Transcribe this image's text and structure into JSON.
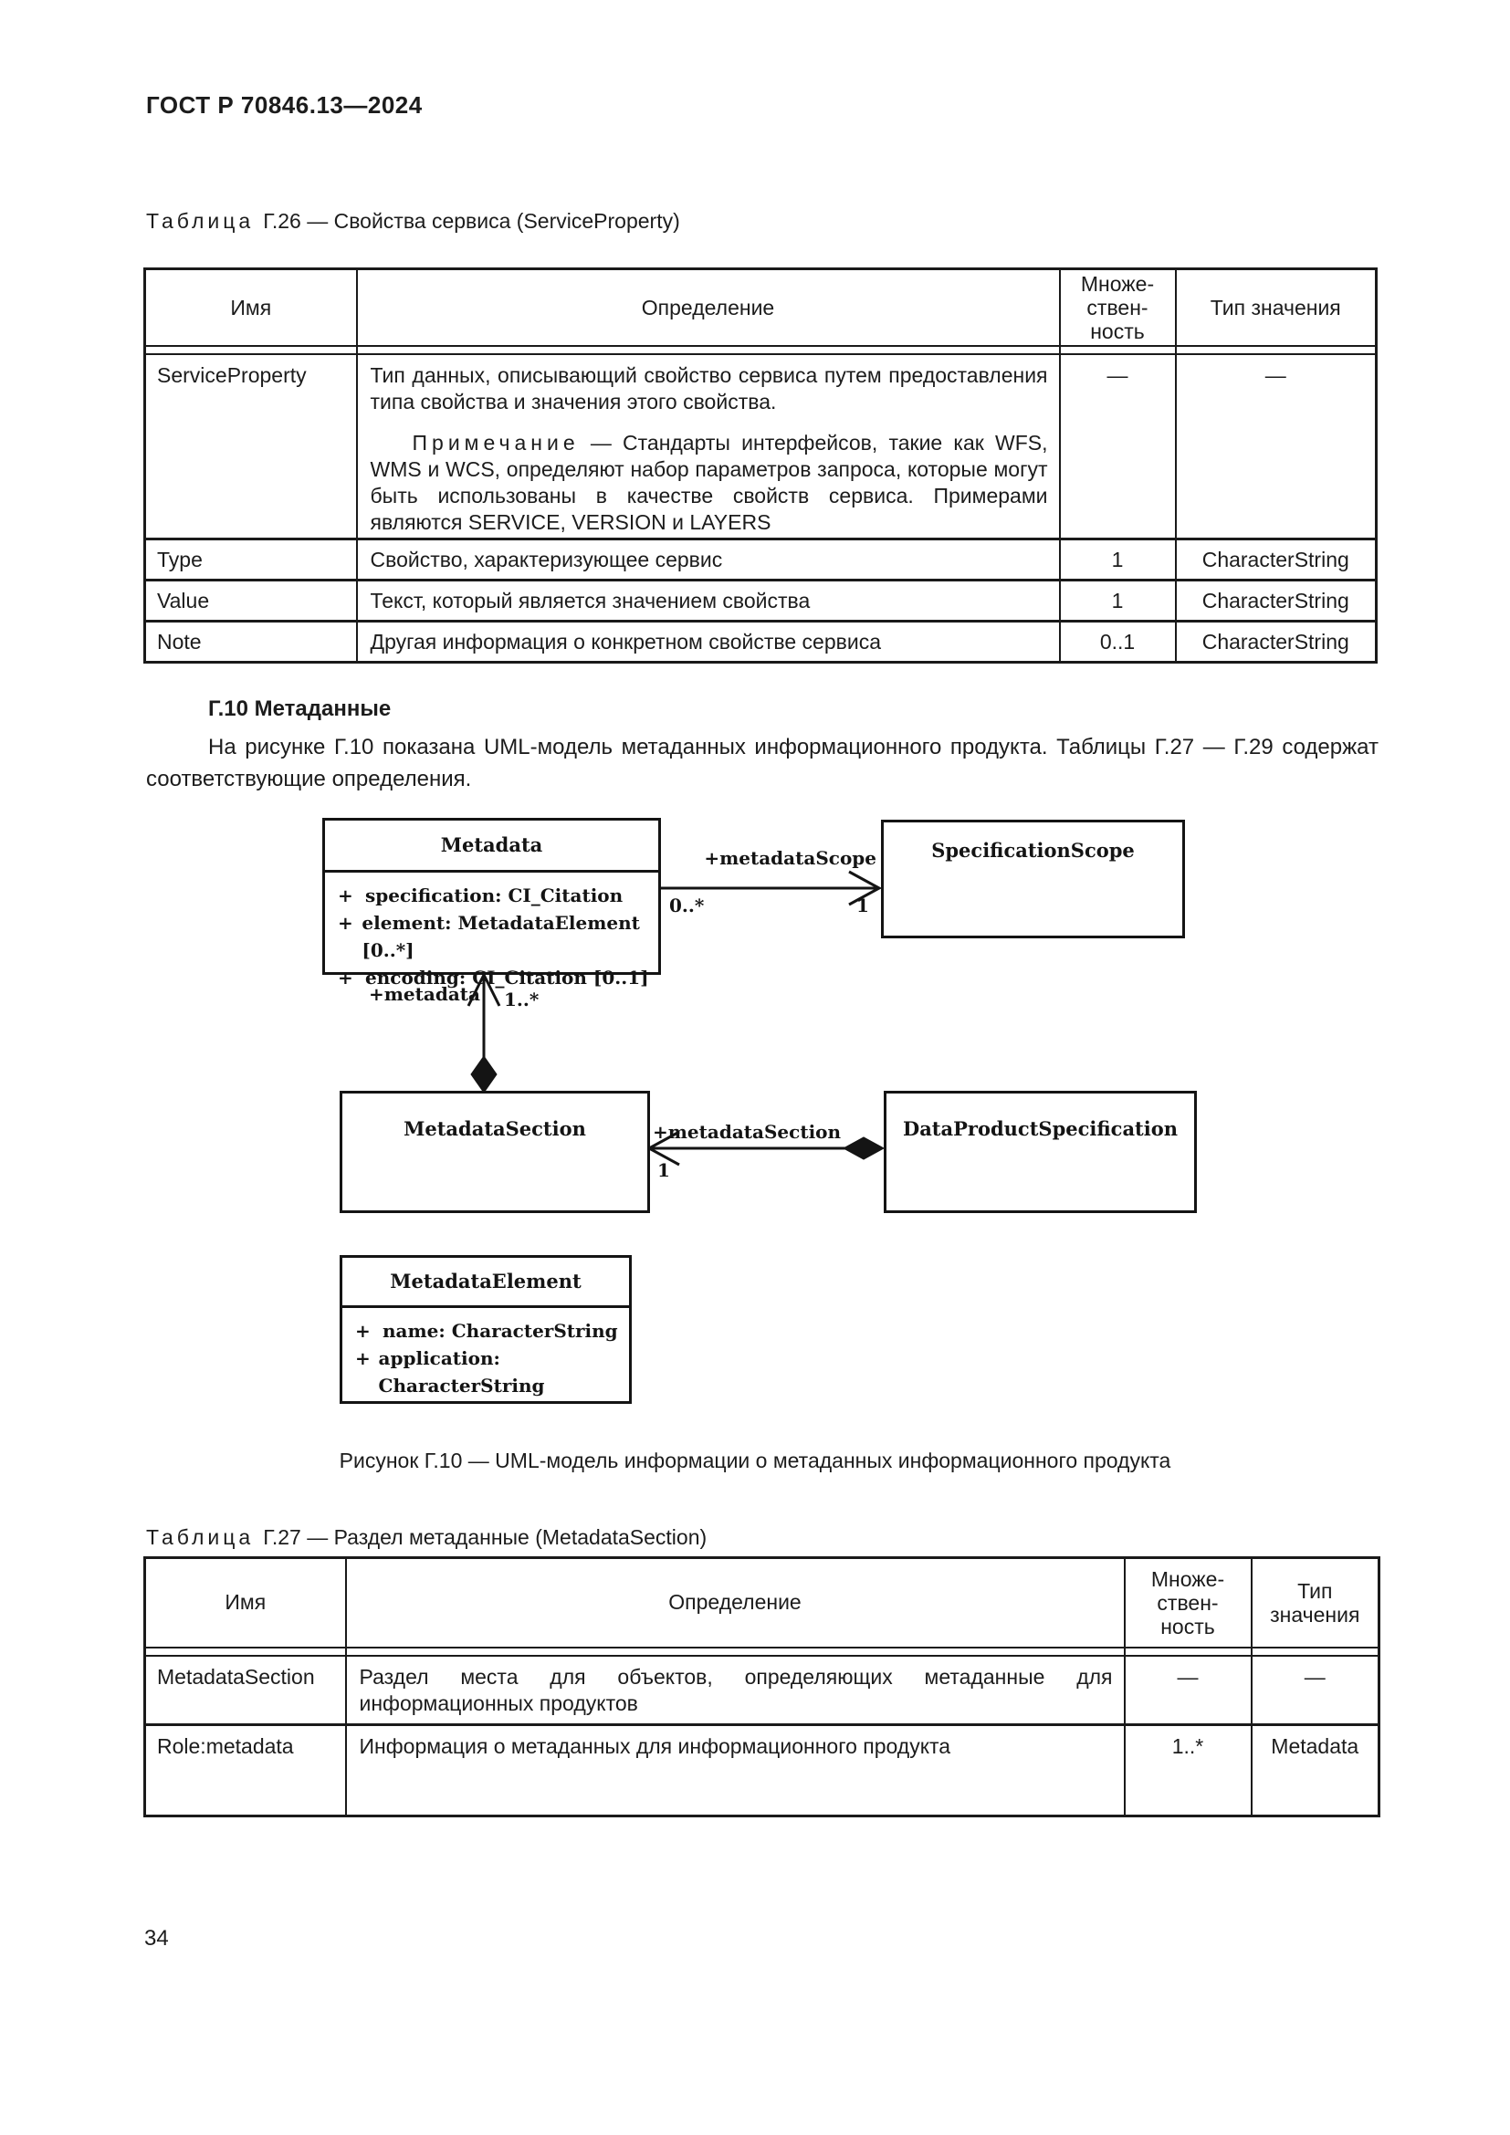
{
  "page": {
    "header": "ГОСТ Р 70846.13—2024",
    "page_number": "34"
  },
  "table26": {
    "caption_label": "Таблица",
    "caption_rest": "Г.26 — Свойства сервиса (ServiceProperty)",
    "headers": {
      "name": "Имя",
      "definition": "Определение",
      "multiplicity": "Множе-\nствен-\nность",
      "value_type": "Тип значения"
    },
    "rows": [
      {
        "name": "ServiceProperty",
        "definition": "Тип данных, описывающий свойство сервиса путем предоставления типа свойства и значения этого свойства.",
        "note_label": "Примечание",
        "note_text": "— Стандарты интерфейсов, такие как WFS, WMS и WCS, определяют набор параметров запроса, которые могут быть использованы в качестве свойств сервиса. Примерами являются SERVICE, VERSION и LAYERS",
        "multiplicity": "—",
        "value_type": "—"
      },
      {
        "name": "Type",
        "definition": "Свойство, характеризующее сервис",
        "multiplicity": "1",
        "value_type": "CharacterString"
      },
      {
        "name": "Value",
        "definition": "Текст, который является значением свойства",
        "multiplicity": "1",
        "value_type": "CharacterString"
      },
      {
        "name": "Note",
        "definition": "Другая информация о конкретном свойстве сервиса",
        "multiplicity": "0..1",
        "value_type": "CharacterString"
      }
    ]
  },
  "section": {
    "heading": "Г.10 Метаданные",
    "paragraph": "На рисунке Г.10 показана UML-модель метаданных информационного продукта. Таблицы Г.27 — Г.29 содержат соответствующие определения."
  },
  "diagram": {
    "classes": {
      "metadata": {
        "title": "Metadata",
        "attributes": [
          {
            "sign": "+",
            "text": "specification: CI_Citation"
          },
          {
            "sign": "+",
            "text": "element: MetadataElement [0..*]"
          },
          {
            "sign": "+",
            "text": "encoding: CI_Citation [0..1]"
          }
        ]
      },
      "specification_scope": {
        "title": "SpecificationScope"
      },
      "metadata_section": {
        "title": "MetadataSection"
      },
      "data_product_specification": {
        "title": "DataProductSpecification"
      },
      "metadata_element": {
        "title": "MetadataElement",
        "attributes": [
          {
            "sign": "+",
            "text": "name: CharacterString"
          },
          {
            "sign": "+",
            "text": "application: CharacterString"
          }
        ]
      }
    },
    "labels": {
      "metadata_scope_role": "+metadataScope",
      "metadata_scope_mult_source": "0..*",
      "metadata_scope_mult_target": "1",
      "metadata_role": "+metadata",
      "metadata_mult": "1..*",
      "metadata_section_role": "+metadataSection",
      "metadata_section_mult": "1"
    }
  },
  "figure": {
    "caption": "Рисунок Г.10 — UML-модель информации о метаданных информационного продукта"
  },
  "table27": {
    "caption_label": "Таблица",
    "caption_rest": "Г.27 — Раздел метаданные (MetadataSection)",
    "headers": {
      "name": "Имя",
      "definition": "Определение",
      "multiplicity": "Множе-\nствен-\nность",
      "value_type": "Тип\nзначения"
    },
    "rows": [
      {
        "name": "MetadataSection",
        "definition": "Раздел места для объектов, определяющих метаданные для информационных продуктов",
        "multiplicity": "—",
        "value_type": "—"
      },
      {
        "name": "Role:metadata",
        "definition": "Информация о метаданных для информационного продукта",
        "multiplicity": "1..*",
        "value_type": "Metadata"
      }
    ]
  }
}
